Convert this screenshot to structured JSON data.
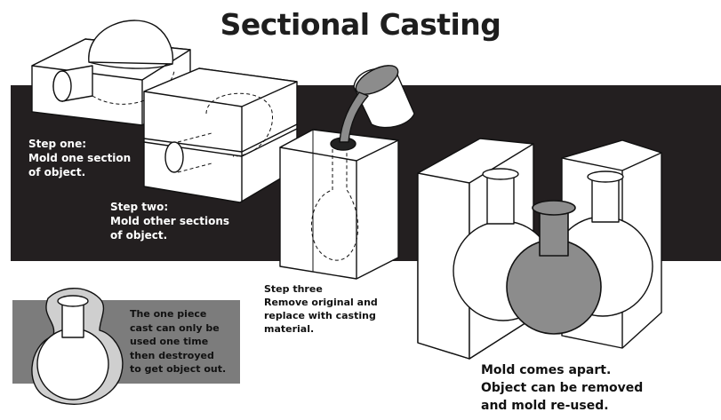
{
  "title": "Sectional Casting",
  "steps": {
    "one": [
      "Step one:",
      "Mold one section",
      "of object."
    ],
    "two": [
      "Step two:",
      "Mold other sections",
      "of object."
    ],
    "three": [
      "Step three",
      "Remove original and",
      "replace with casting",
      "material."
    ]
  },
  "one_piece_note": [
    "The one piece",
    "cast can only be",
    "used one time",
    "then destroyed",
    "to get object out."
  ],
  "mold_note": [
    "Mold comes apart.",
    "Object can be removed",
    "and mold re-used."
  ],
  "colors": {
    "band": "#231f20",
    "grey_box": "#7c7c7c",
    "casting": "#8c8c8c",
    "title": "#1e1e1e"
  }
}
